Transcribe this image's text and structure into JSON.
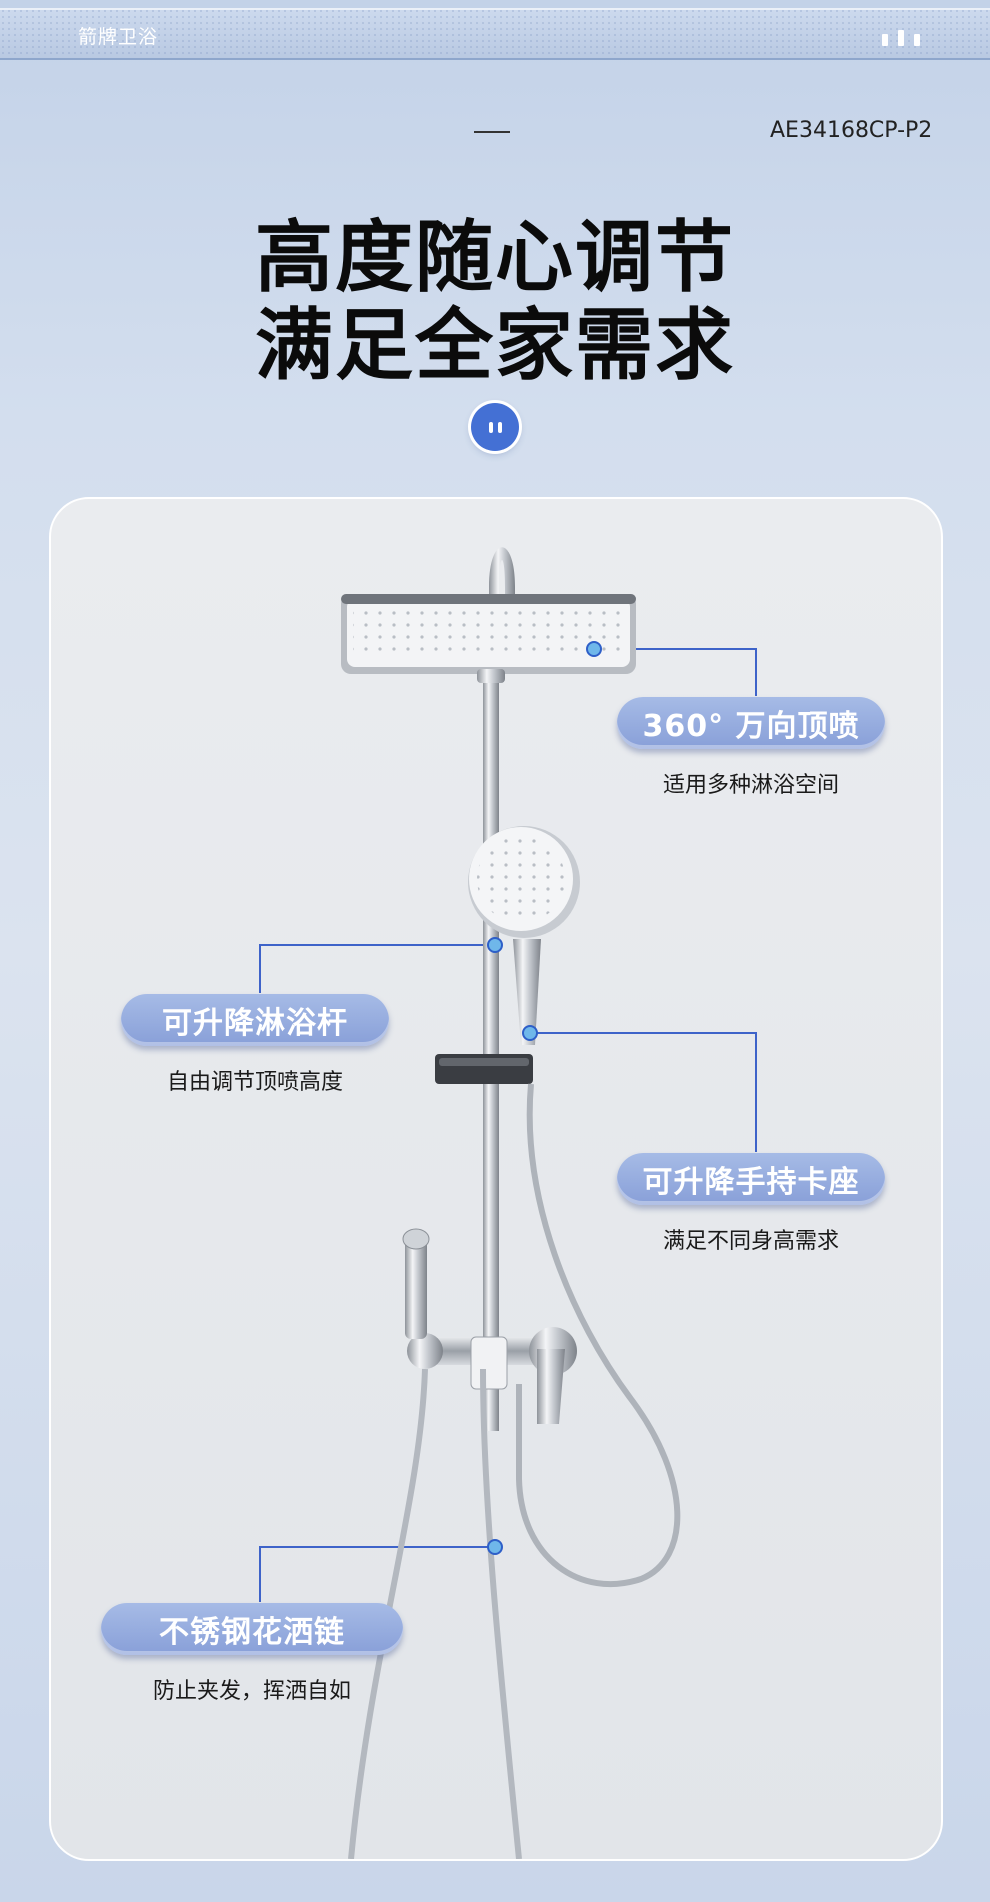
{
  "header": {
    "brand": "箭牌卫浴"
  },
  "model_code": "AE34168CP-P2",
  "headline": {
    "line1": "高度随心调节",
    "line2": "满足全家需求"
  },
  "colors": {
    "accent": "#4470d4",
    "pill": "#93a9de",
    "leader_line": "#3e63c9"
  },
  "features": [
    {
      "title": "360° 万向顶喷",
      "subtitle": "适用多种淋浴空间"
    },
    {
      "title": "可升降淋浴杆",
      "subtitle": "自由调节顶喷高度"
    },
    {
      "title": "可升降手持卡座",
      "subtitle": "满足不同身高需求"
    },
    {
      "title": "不锈钢花洒链",
      "subtitle": "防止夹发，挥洒自如"
    }
  ]
}
